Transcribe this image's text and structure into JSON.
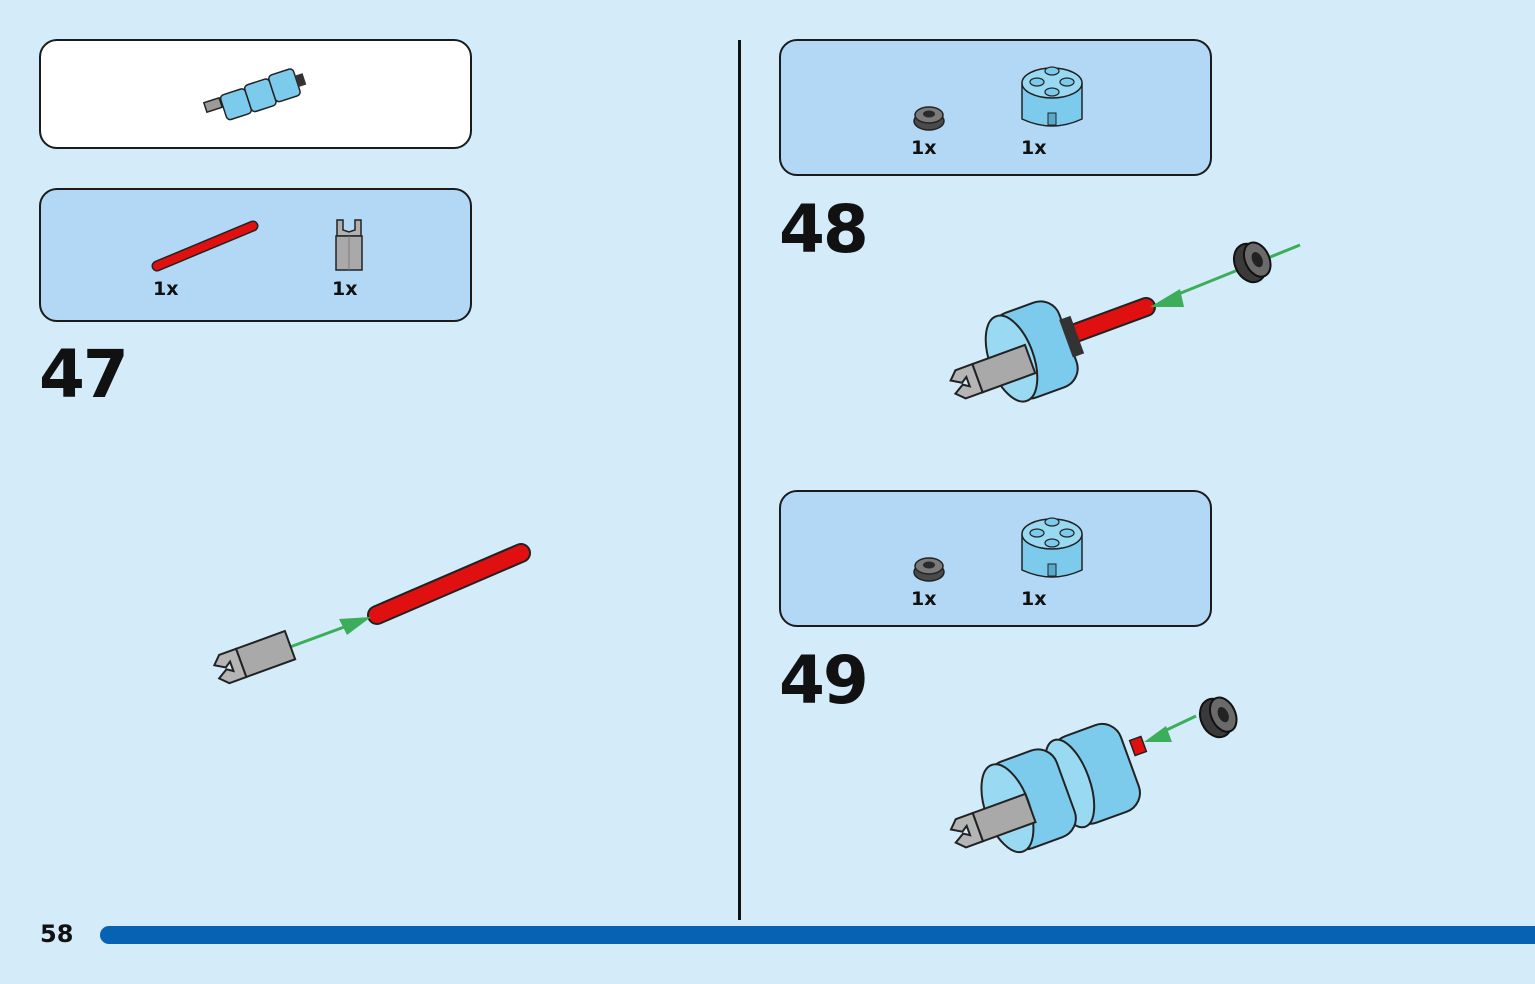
{
  "colors": {
    "background": "#d4ebfa",
    "parts_box": "#b3d8f5",
    "progress_bar": "#0862b3",
    "brick_light_blue": "#7ccbec",
    "axle_red": "#e01010",
    "connector_gray": "#a9a9a9",
    "arrow_green": "#3cae5a"
  },
  "left_page": {
    "submodel_preview": {
      "icon": "submodel-assembly-icon"
    },
    "step_47": {
      "number": "47",
      "parts": [
        {
          "icon": "red-axle-icon",
          "qty": "1x"
        },
        {
          "icon": "gray-clip-connector-icon",
          "qty": "1x"
        }
      ]
    }
  },
  "right_page": {
    "step_48": {
      "number": "48",
      "parts": [
        {
          "icon": "dark-bush-icon",
          "qty": "1x"
        },
        {
          "icon": "round-blue-brick-icon",
          "qty": "1x"
        }
      ]
    },
    "step_49": {
      "number": "49",
      "parts": [
        {
          "icon": "dark-bush-icon",
          "qty": "1x"
        },
        {
          "icon": "round-blue-brick-icon",
          "qty": "1x"
        }
      ]
    }
  },
  "footer": {
    "page_number": "58"
  }
}
